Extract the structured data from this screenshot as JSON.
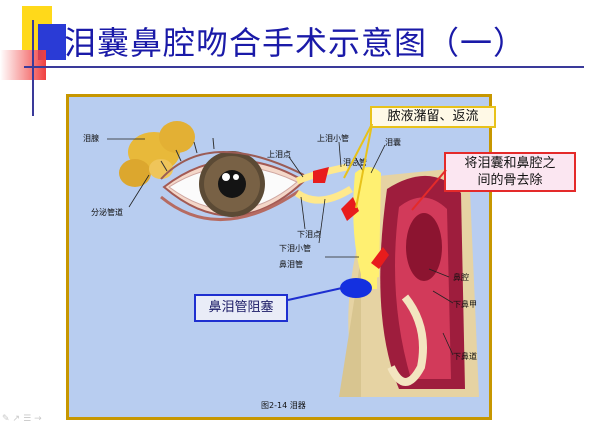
{
  "slide": {
    "title": "泪囊鼻腔吻合手术示意图（一）"
  },
  "callouts": {
    "reflux": "脓液潴留、返流",
    "bone_line1": "将泪囊和鼻腔之",
    "bone_line2": "间的骨去除",
    "block": "鼻泪管阻塞"
  },
  "labels": {
    "lacrimal_gland": "泪腺",
    "excretory_duct": "分泌管道",
    "upper_punctum": "上泪点",
    "upper_canaliculus": "上泪小管",
    "common_canaliculus": "泪总管",
    "lacrimal_sac": "泪囊",
    "lower_punctum": "下泪点",
    "lower_canaliculus": "下泪小管",
    "nasolacrimal_duct": "鼻泪管",
    "nasal_cavity": "鼻腔",
    "inferior_turbinate": "下鼻甲",
    "inferior_meatus": "下鼻道",
    "figure_caption": "图2-14    泪器"
  },
  "colors": {
    "title": "#1a1aa8",
    "panel_bg": "#b8cdf0",
    "panel_border": "#c79700",
    "reflux_border": "#e8c21a",
    "bone_border": "#e42a2a",
    "block_border": "#1e2fd0",
    "block_marker": "#1430e0"
  },
  "toolbar_icons": [
    "pen-icon",
    "pointer-icon",
    "menu-icon",
    "arrow-icon"
  ]
}
